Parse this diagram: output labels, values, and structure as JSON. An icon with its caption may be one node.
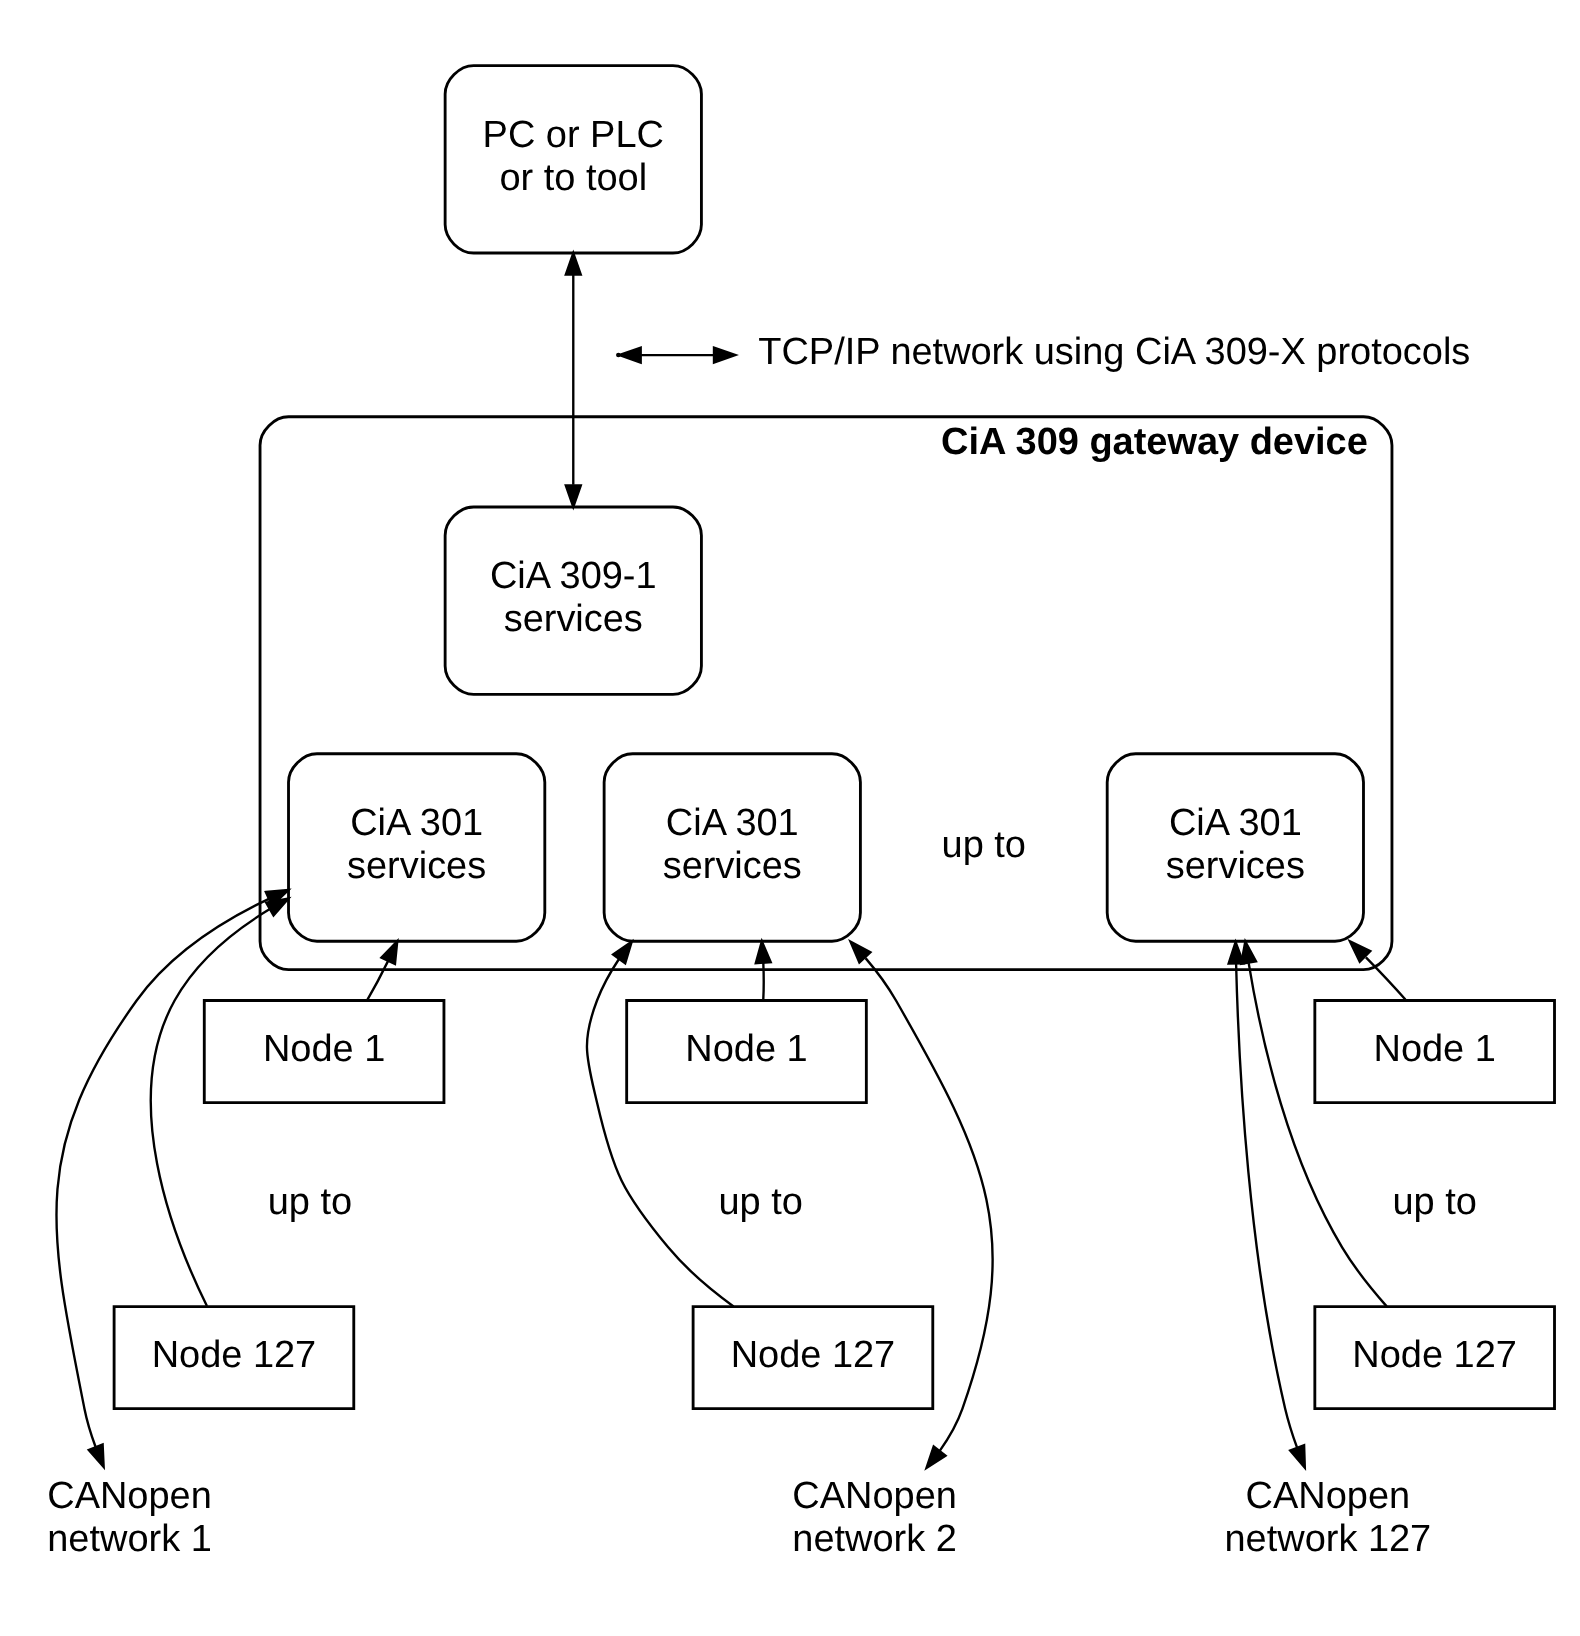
{
  "diagram": {
    "nodes": [
      {
        "text": [
          "PC or PLC or to tool"
        ]
      },
      {
        "text": [
          "CiA 309 gateway device"
        ]
      },
      {
        "text": [
          "CiA 309-1 services"
        ],
        "in": 1
      },
      {
        "text": [
          "CiA 301 services"
        ],
        "in": 1
      },
      {
        "text": [
          "CiA 301 services"
        ],
        "in": 1
      },
      {
        "text": [
          "CiA 301 services"
        ],
        "in": 1
      },
      {
        "text": [
          "Node 1"
        ]
      },
      {
        "text": [
          "Node 127"
        ]
      },
      {
        "text": [
          "Node 1"
        ]
      },
      {
        "text": [
          "Node 127"
        ]
      },
      {
        "text": [
          "Node 1"
        ]
      },
      {
        "text": [
          "Node 127"
        ]
      },
      {
        "text": [
          "CANopen network 1"
        ]
      },
      {
        "text": [
          "CANopen network 2"
        ]
      },
      {
        "text": [
          "CANopen network 127"
        ]
      },
      {
        "text": [
          "TCP/IP network using CiA 309-X protocols"
        ]
      }
    ],
    "edges": [
      {
        "from": null,
        "to": 15,
        "arrow": "both"
      },
      {
        "from": 0,
        "to": 2,
        "arrow": "both"
      },
      {
        "from": 3,
        "to": 12,
        "arrow": "both"
      },
      {
        "from": 6,
        "to": 3,
        "arrow": "to"
      },
      {
        "from": 7,
        "to": 3,
        "arrow": "to"
      },
      {
        "from": 4,
        "to": 13,
        "arrow": "both"
      },
      {
        "from": 8,
        "to": 4,
        "arrow": "to"
      },
      {
        "from": 9,
        "to": 4,
        "arrow": "to"
      },
      {
        "from": 5,
        "to": 14,
        "arrow": "both"
      },
      {
        "from": 10,
        "to": 5,
        "arrow": "to"
      },
      {
        "from": 11,
        "to": 5,
        "arrow": "to"
      }
    ],
    "labels": [
      "up to",
      "up to",
      "up to",
      "up to"
    ]
  }
}
